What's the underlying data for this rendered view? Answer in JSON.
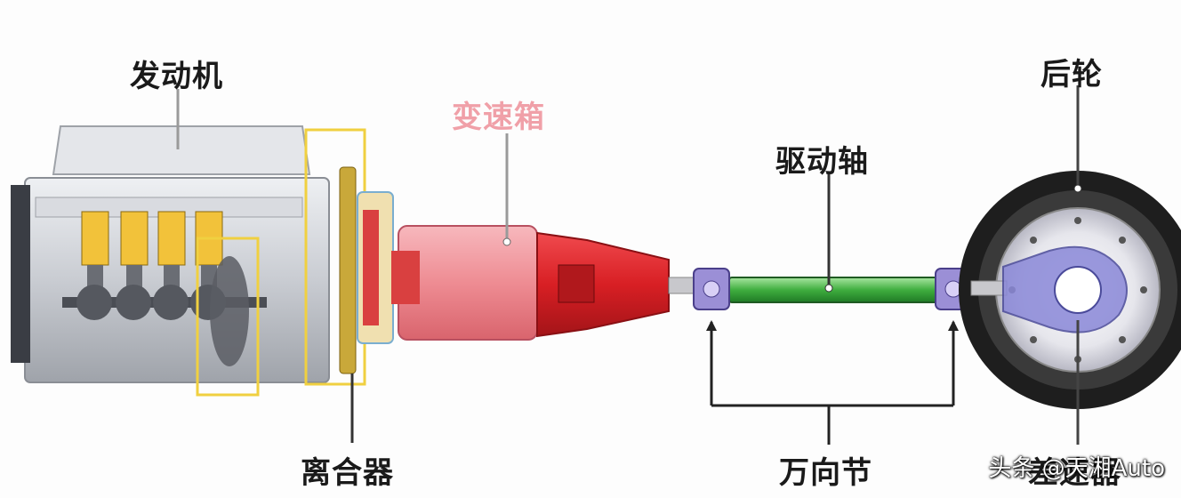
{
  "labels": {
    "engine": "发动机",
    "gearbox": "变速箱",
    "drive_shaft": "驱动轴",
    "rear_wheel": "后轮",
    "clutch": "离合器",
    "universal_joint": "万向节",
    "differential": "差速器"
  },
  "watermark": "头条 @天湘Auto",
  "colors": {
    "gearbox_body": "#ee8c93",
    "gearbox_tail": "#d81f24",
    "drive_shaft": "#3fae3f",
    "joint": "#9b8fd6",
    "highlight_box": "#f0d040",
    "tire": "#1e1e1e",
    "differential": "#6e6ec8"
  }
}
